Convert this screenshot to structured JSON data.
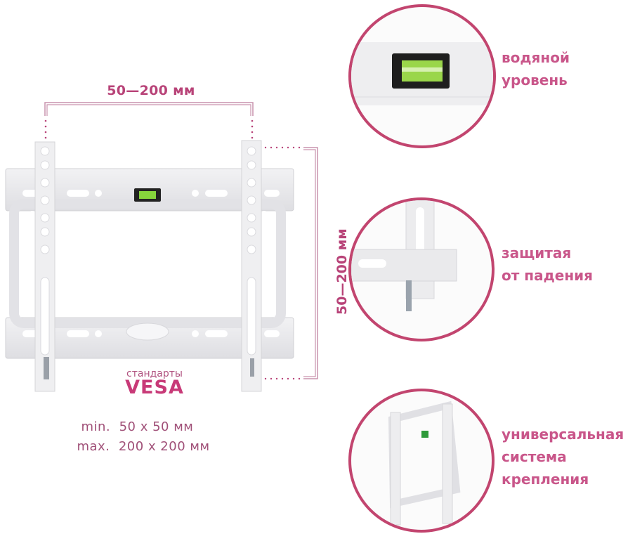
{
  "dimensions": {
    "horizontal": "50—200 мм",
    "vertical": "50—200 мм"
  },
  "vesa": {
    "caption": "стандарты",
    "title": "VESA",
    "min_label": "min.",
    "min_value": "50 x 50 мм",
    "max_label": "max.",
    "max_value": "200 x 200 мм"
  },
  "features": [
    {
      "icon": "water-level-closeup",
      "line1": "водяной",
      "line2": "уровень"
    },
    {
      "icon": "fall-protection-closeup",
      "line1": "защитая",
      "line2": "от падения"
    },
    {
      "icon": "mounting-system-closeup",
      "line1": "универсальная",
      "line2": "система",
      "line3": "крепления"
    }
  ],
  "colors": {
    "accent": "#c2457a",
    "bracket": "#e9e9eb",
    "level_green": "#7fd23a"
  }
}
